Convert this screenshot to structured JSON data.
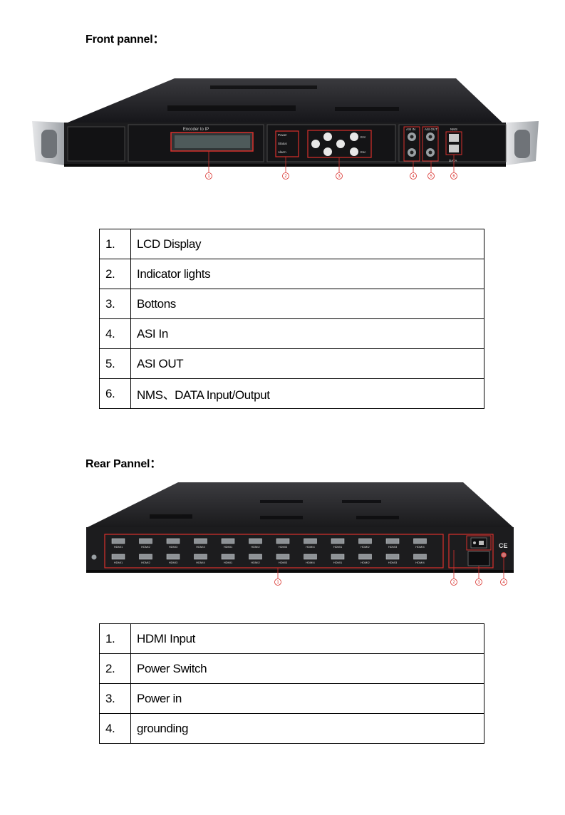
{
  "front": {
    "heading": "Front pannel：",
    "device_screen_text": "Encoder to IP",
    "indicators": [
      "Power",
      "Status",
      "Alarm"
    ],
    "buttons": [
      "Ent",
      "Esc"
    ],
    "port_labels": {
      "asi_in": "ASI IN",
      "asi_out": "ASI OUT",
      "nms": "NMS",
      "data": "DATA"
    },
    "callouts": [
      "1",
      "2",
      "3",
      "4",
      "5",
      "6"
    ],
    "table": [
      {
        "num": "1.",
        "label": "LCD Display"
      },
      {
        "num": "2.",
        "label": "Indicator lights"
      },
      {
        "num": "3.",
        "label": "Bottons"
      },
      {
        "num": "4.",
        "label": "ASI In"
      },
      {
        "num": "5.",
        "label": "ASI OUT"
      },
      {
        "num": "6.",
        "label": "NMS、DATA Input/Output"
      }
    ]
  },
  "rear": {
    "heading": "Rear Pannel：",
    "port_labels_top": [
      "HDMI1",
      "HDMI2",
      "HDMI3",
      "HDMI4",
      "HDMI1",
      "HDMI2",
      "HDMI3",
      "HDMI4",
      "HDMI1",
      "HDMI2",
      "HDMI3",
      "HDMI4"
    ],
    "port_labels_bottom": [
      "HDMI1",
      "HDMI2",
      "HDMI3",
      "HDMI4",
      "HDMI1",
      "HDMI2",
      "HDMI3",
      "HDMI4",
      "HDMI1",
      "HDMI2",
      "HDMI3",
      "HDMI4"
    ],
    "ce_mark": "CE",
    "callouts": [
      "1",
      "2",
      "3",
      "4"
    ],
    "table": [
      {
        "num": "1.",
        "label": "HDMI Input"
      },
      {
        "num": "2.",
        "label": "Power Switch"
      },
      {
        "num": "3.",
        "label": "Power in"
      },
      {
        "num": "4.",
        "label": "grounding"
      }
    ]
  },
  "colors": {
    "highlight": "#d9302c",
    "chassis": "#1c1c1e",
    "ears": "#b9bcc0"
  }
}
